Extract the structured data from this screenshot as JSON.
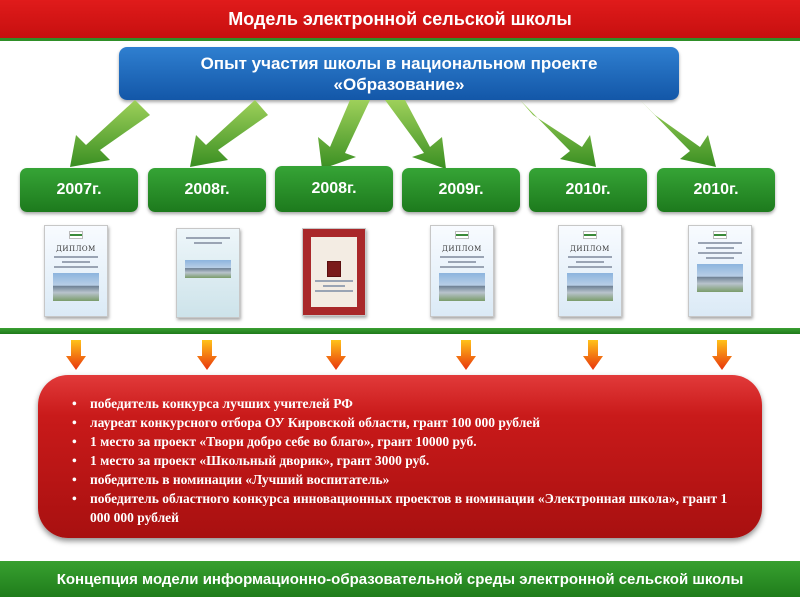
{
  "header": {
    "title": "Модель электронной сельской школы"
  },
  "project": {
    "line1": "Опыт участия школы в национальном проекте",
    "line2": "«Образование»"
  },
  "years": [
    {
      "label": "2007г."
    },
    {
      "label": "2008г."
    },
    {
      "label": "2008г."
    },
    {
      "label": "2009г."
    },
    {
      "label": "2010г."
    },
    {
      "label": "2010г."
    }
  ],
  "documents": [
    {
      "kind": "diploma",
      "heading": "ДИПЛОМ"
    },
    {
      "kind": "certificate",
      "heading": ""
    },
    {
      "kind": "certificate-red",
      "heading": ""
    },
    {
      "kind": "diploma",
      "heading": "ДИПЛОМ"
    },
    {
      "kind": "diploma",
      "heading": "ДИПЛОМ"
    },
    {
      "kind": "diploma",
      "heading": ""
    }
  ],
  "achievements": [
    "победитель конкурса лучших учителей РФ",
    "лауреат конкурсного отбора ОУ Кировской области, грант  100 000 рублей",
    "1 место за проект «Твори добро себе во благо»,  грант 10000 руб.",
    "1 место за проект «Школьный дворик», грант  3000 руб.",
    "победитель в номинации «Лучший воспитатель»",
    "победитель областного конкурса инновационных проектов  в  номинации «Электронная школа»,  грант 1 000 000 рублей"
  ],
  "footer": {
    "text": "Концепция модели информационно-образовательной среды электронной сельской школы"
  },
  "colors": {
    "title_red": "#d21515",
    "project_blue": "#1a5fb0",
    "year_green": "#2a8e2a",
    "box_red": "#c01818",
    "arrow_orange": "#f07a10"
  }
}
